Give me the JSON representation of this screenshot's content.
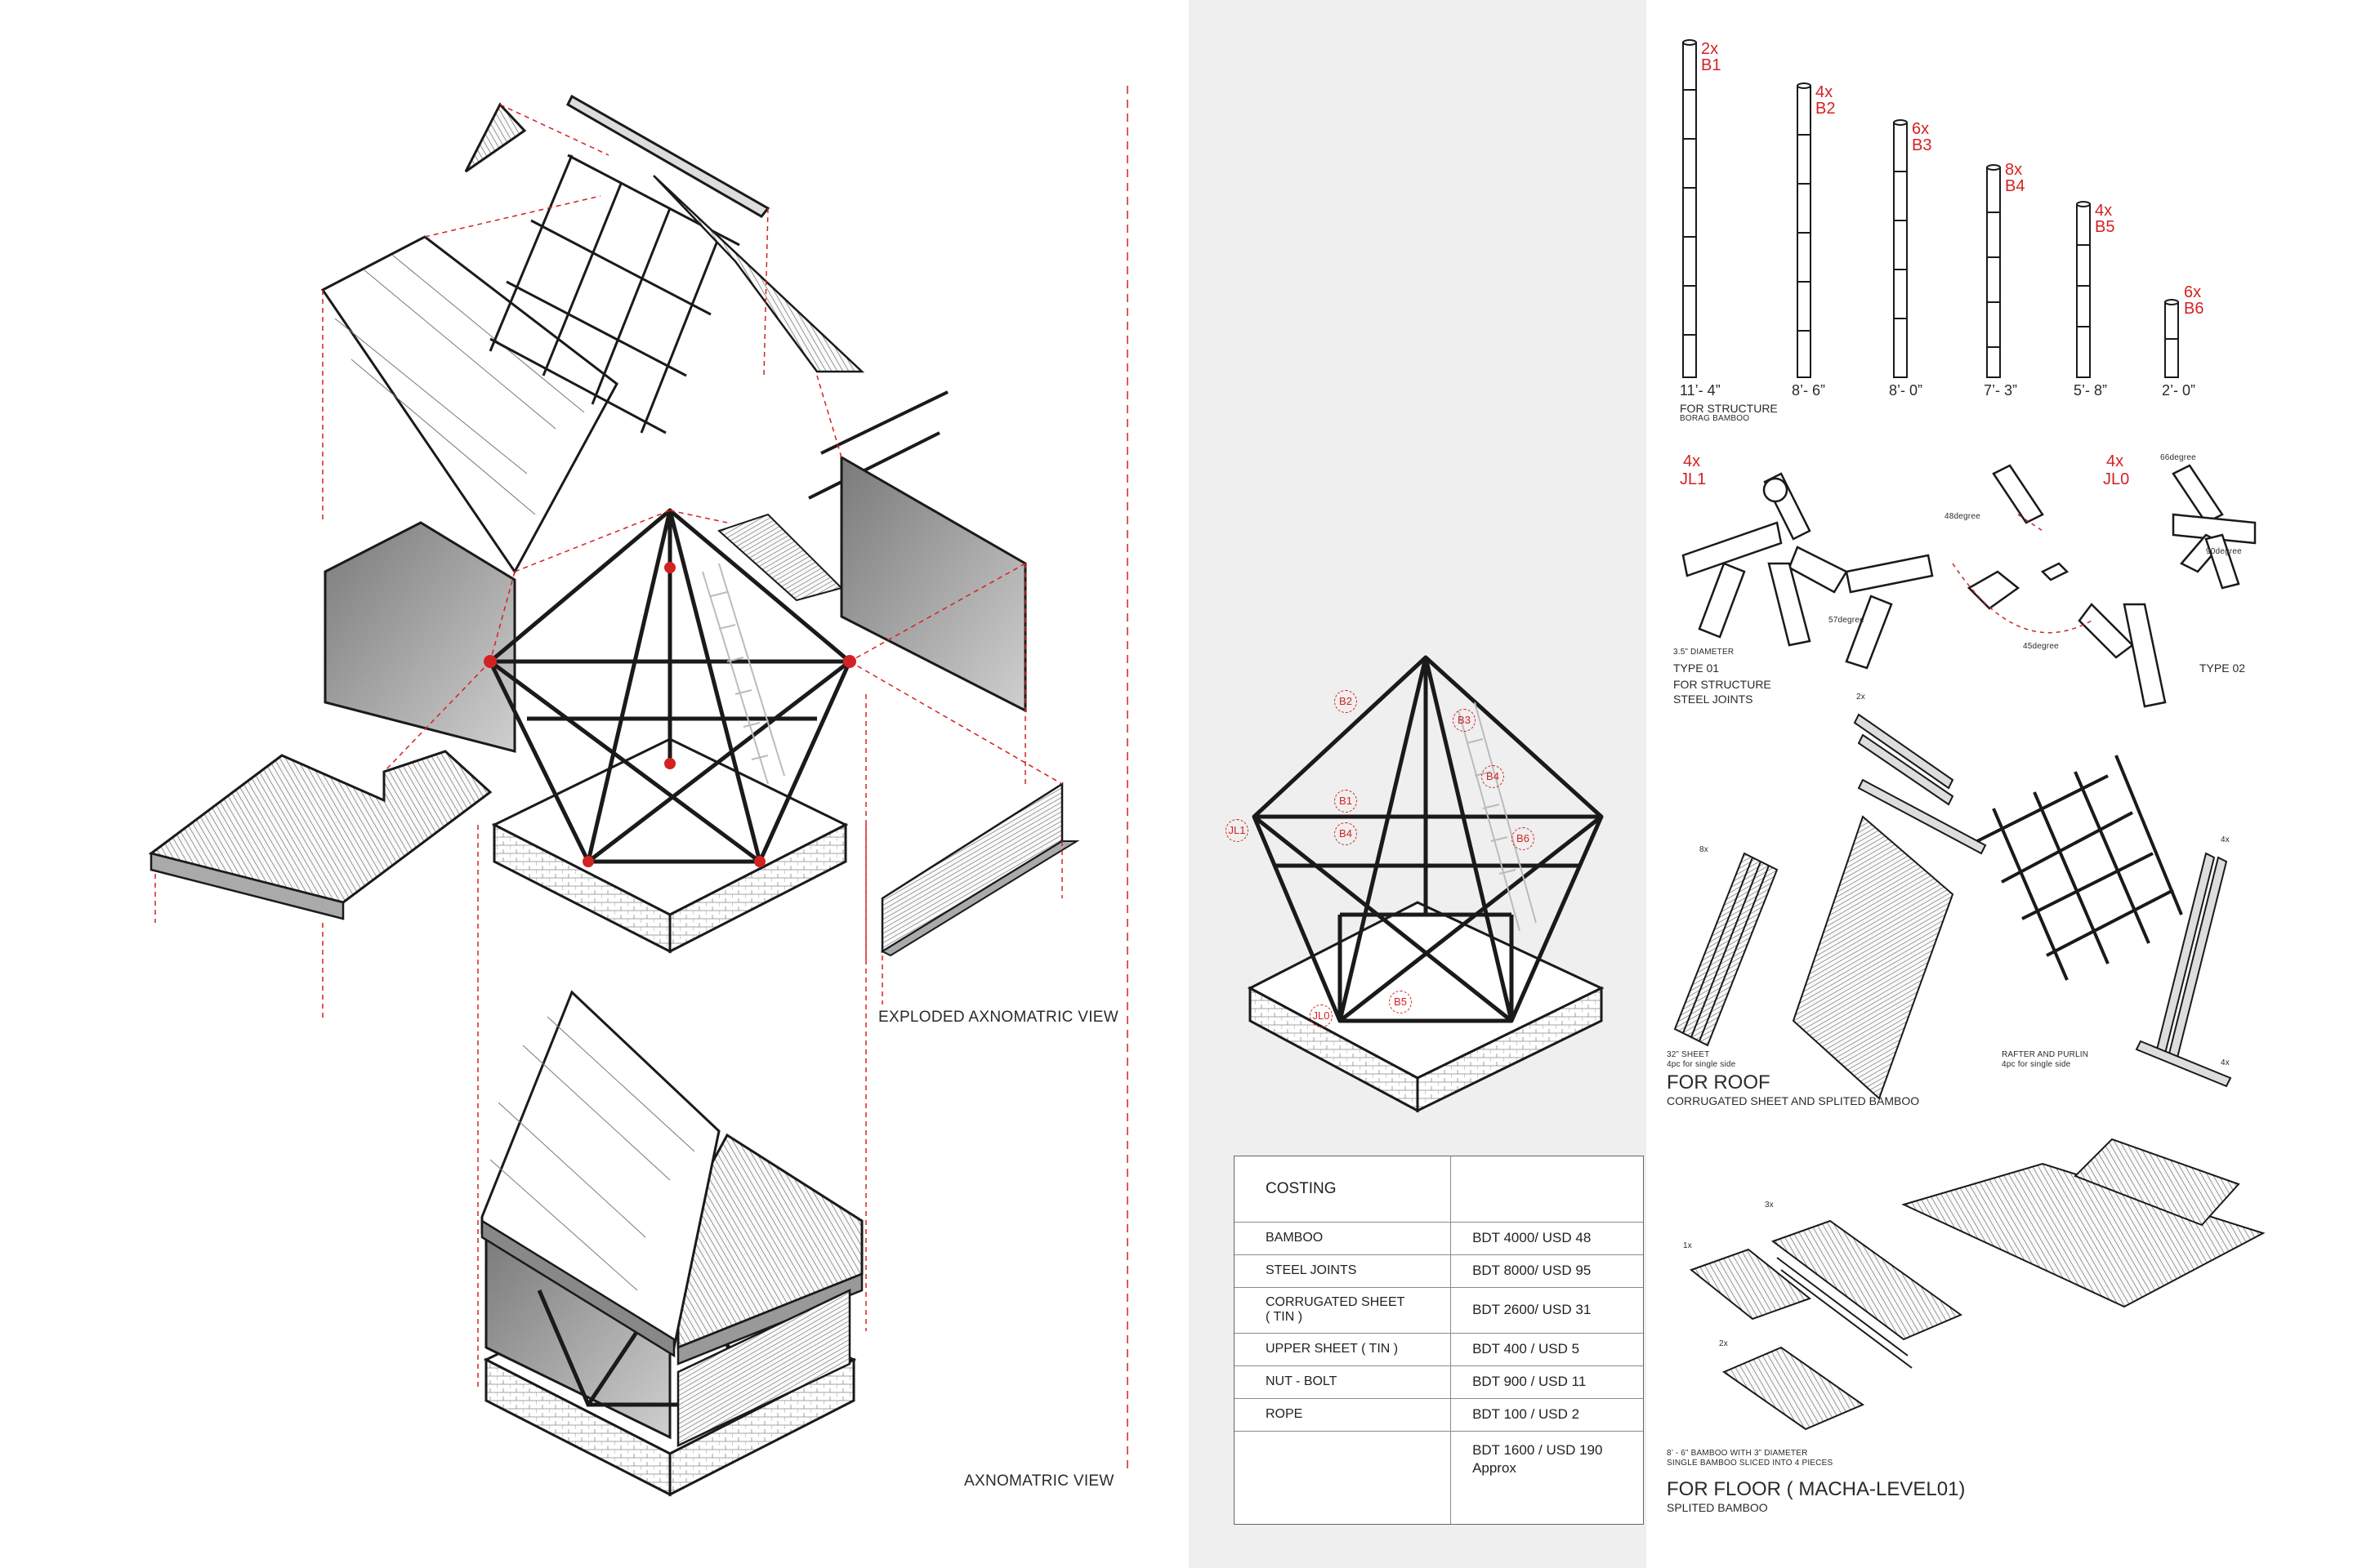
{
  "views": {
    "exploded_title": "EXPLODED AXNOMATRIC VIEW",
    "axono_title": "AXNOMATRIC VIEW"
  },
  "center_tags": [
    "B2",
    "B3",
    "B1",
    "B4",
    "B4",
    "B6",
    "JL1",
    "B5",
    "JL0"
  ],
  "bamboo": {
    "items": [
      {
        "count": "2x",
        "code": "B1",
        "length": "11’- 4”"
      },
      {
        "count": "4x",
        "code": "B2",
        "length": "8’- 6”"
      },
      {
        "count": "6x",
        "code": "B3",
        "length": "8’- 0”"
      },
      {
        "count": "8x",
        "code": "B4",
        "length": "7’- 3”"
      },
      {
        "count": "4x",
        "code": "B5",
        "length": "5’- 8”"
      },
      {
        "count": "6x",
        "code": "B6",
        "length": "2’- 0”"
      }
    ],
    "caption": "FOR STRUCTURE",
    "sub": "BORAG BAMBOO"
  },
  "joints": {
    "jl1_count": "4x",
    "jl1_code": "JL1",
    "jl0_count": "4x",
    "jl0_code": "JL0",
    "deg48": "48degree",
    "deg57": "57degree",
    "deg45": "45degree",
    "deg66": "66degree",
    "deg90": "90degree",
    "diameter": "3.5” DIAMETER",
    "type01": "TYPE 01",
    "caption1": "FOR STRUCTURE",
    "caption2": "STEEL JOINTS",
    "type02": "TYPE 02"
  },
  "roof": {
    "count_top": "2x",
    "count_sheets": "8x",
    "count_right1": "4x",
    "count_right2": "4x",
    "sheet_label": "32” SHEET",
    "sheet_sub": "4pc for single side",
    "rafter_label": "RAFTER AND PURLIN",
    "rafter_sub": "4pc for single side",
    "title": "FOR ROOF",
    "sub": "CORRUGATED SHEET AND SPLITED BAMBOO"
  },
  "floor": {
    "count1": "1x",
    "count3": "3x",
    "count2": "2x",
    "label": "8’ - 6” BAMBOO WITH 3” DIAMETER",
    "label_sub": "SINGLE BAMBOO SLICED INTO 4 PIECES",
    "title": "FOR FLOOR ( MACHA-LEVEL01)",
    "sub": "SPLITED BAMBOO"
  },
  "costing": {
    "title": "COSTING",
    "rows": [
      {
        "item": "BAMBOO",
        "value": "BDT 4000/ USD 48"
      },
      {
        "item": "STEEL JOINTS",
        "value": "BDT 8000/ USD 95"
      },
      {
        "item": "CORRUGATED SHEET\n( TIN )",
        "value": "BDT 2600/ USD 31"
      },
      {
        "item": "UPPER SHEET ( TIN )",
        "value": "BDT 400  / USD 5"
      },
      {
        "item": "NUT - BOLT",
        "value": "BDT 900  / USD 11"
      },
      {
        "item": "ROPE",
        "value": "BDT 100  / USD 2"
      }
    ],
    "total": "BDT 1600  / USD 190",
    "total_note": "Approx"
  },
  "colors": {
    "accent_red": "#d32222",
    "panel_gray": "#efefef",
    "ink": "#222222"
  }
}
